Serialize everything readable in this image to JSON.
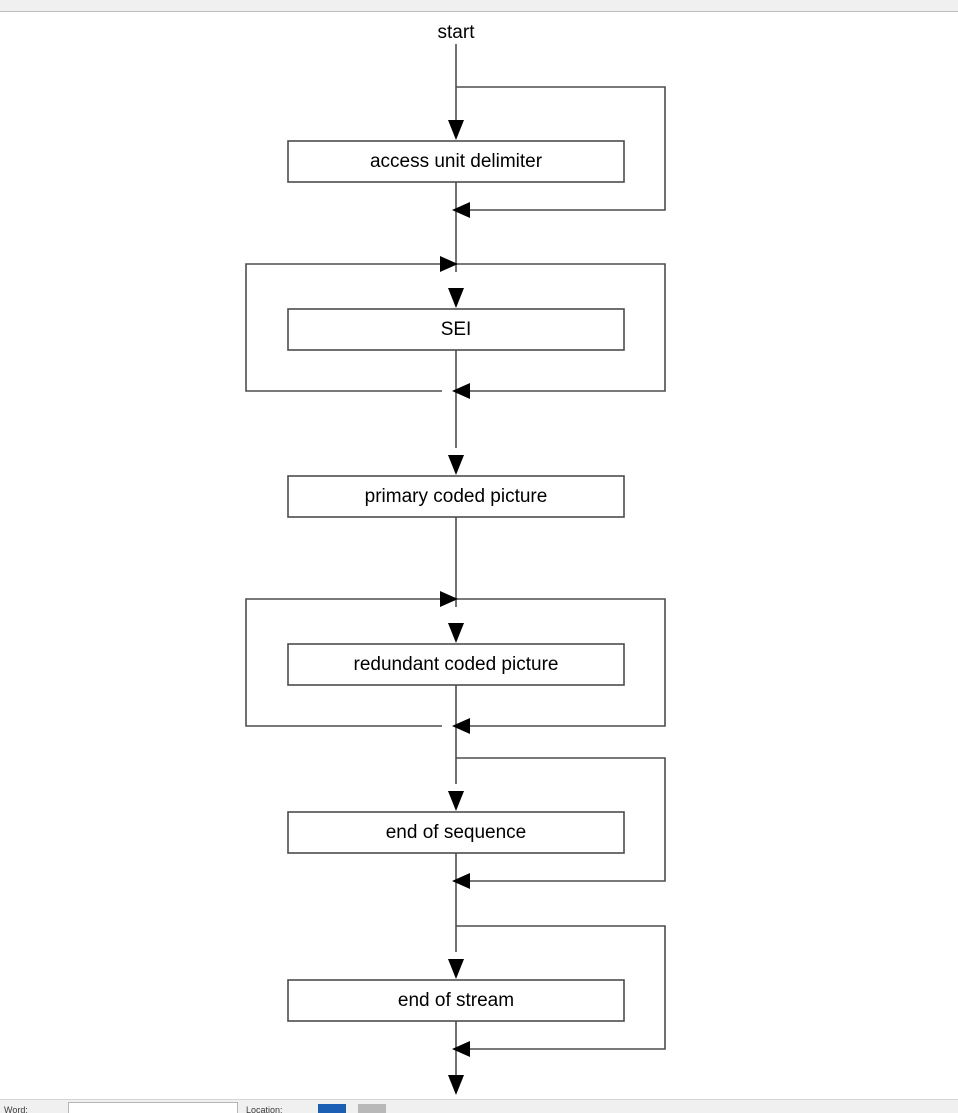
{
  "window": {
    "top_bar_color": "#f0f0f0",
    "canvas_color": "#ffffff"
  },
  "bottom_bar": {
    "left_label": "Word:",
    "input_value": "",
    "middle_label": "Location:",
    "primary_button_color": "#1a5fb4",
    "secondary_button_color": "#b8b8b8"
  },
  "diagram": {
    "title": "start",
    "type": "flowchart",
    "orientation": "top-to-bottom",
    "stroke_color": "#4d4d4d",
    "arrow_color": "#000000",
    "box_fill": "#ffffff",
    "nodes": [
      {
        "id": "start",
        "label": "start",
        "kind": "entry-label"
      },
      {
        "id": "aud",
        "label": "access unit delimiter",
        "kind": "process",
        "optional": true
      },
      {
        "id": "sei",
        "label": "SEI",
        "kind": "process",
        "optional": true,
        "repeatable": true
      },
      {
        "id": "pcp",
        "label": "primary coded picture",
        "kind": "process",
        "optional": false
      },
      {
        "id": "rcp",
        "label": "redundant coded picture",
        "kind": "process",
        "optional": true,
        "repeatable": true
      },
      {
        "id": "eoseq",
        "label": "end of sequence",
        "kind": "process",
        "optional": true
      },
      {
        "id": "eostr",
        "label": "end of stream",
        "kind": "process",
        "optional": true
      }
    ],
    "edges": [
      {
        "from": "start",
        "to": "aud",
        "kind": "straight"
      },
      {
        "from": "aud",
        "to": "sei",
        "kind": "straight"
      },
      {
        "from": "sei",
        "to": "pcp",
        "kind": "straight"
      },
      {
        "from": "pcp",
        "to": "rcp",
        "kind": "straight"
      },
      {
        "from": "rcp",
        "to": "eoseq",
        "kind": "straight"
      },
      {
        "from": "eoseq",
        "to": "eostr",
        "kind": "straight"
      },
      {
        "from": "eostr",
        "to": "exit",
        "kind": "straight"
      },
      {
        "from": "aud",
        "to": "aud",
        "kind": "bypass",
        "note": "skip access unit delimiter"
      },
      {
        "from": "sei",
        "to": "sei",
        "kind": "loop",
        "note": "zero or more SEI"
      },
      {
        "from": "rcp",
        "to": "rcp",
        "kind": "loop",
        "note": "zero or more redundant coded pictures"
      },
      {
        "from": "eoseq",
        "to": "eoseq",
        "kind": "bypass",
        "note": "skip end of sequence"
      },
      {
        "from": "eostr",
        "to": "eostr",
        "kind": "bypass",
        "note": "skip end of stream"
      }
    ]
  }
}
